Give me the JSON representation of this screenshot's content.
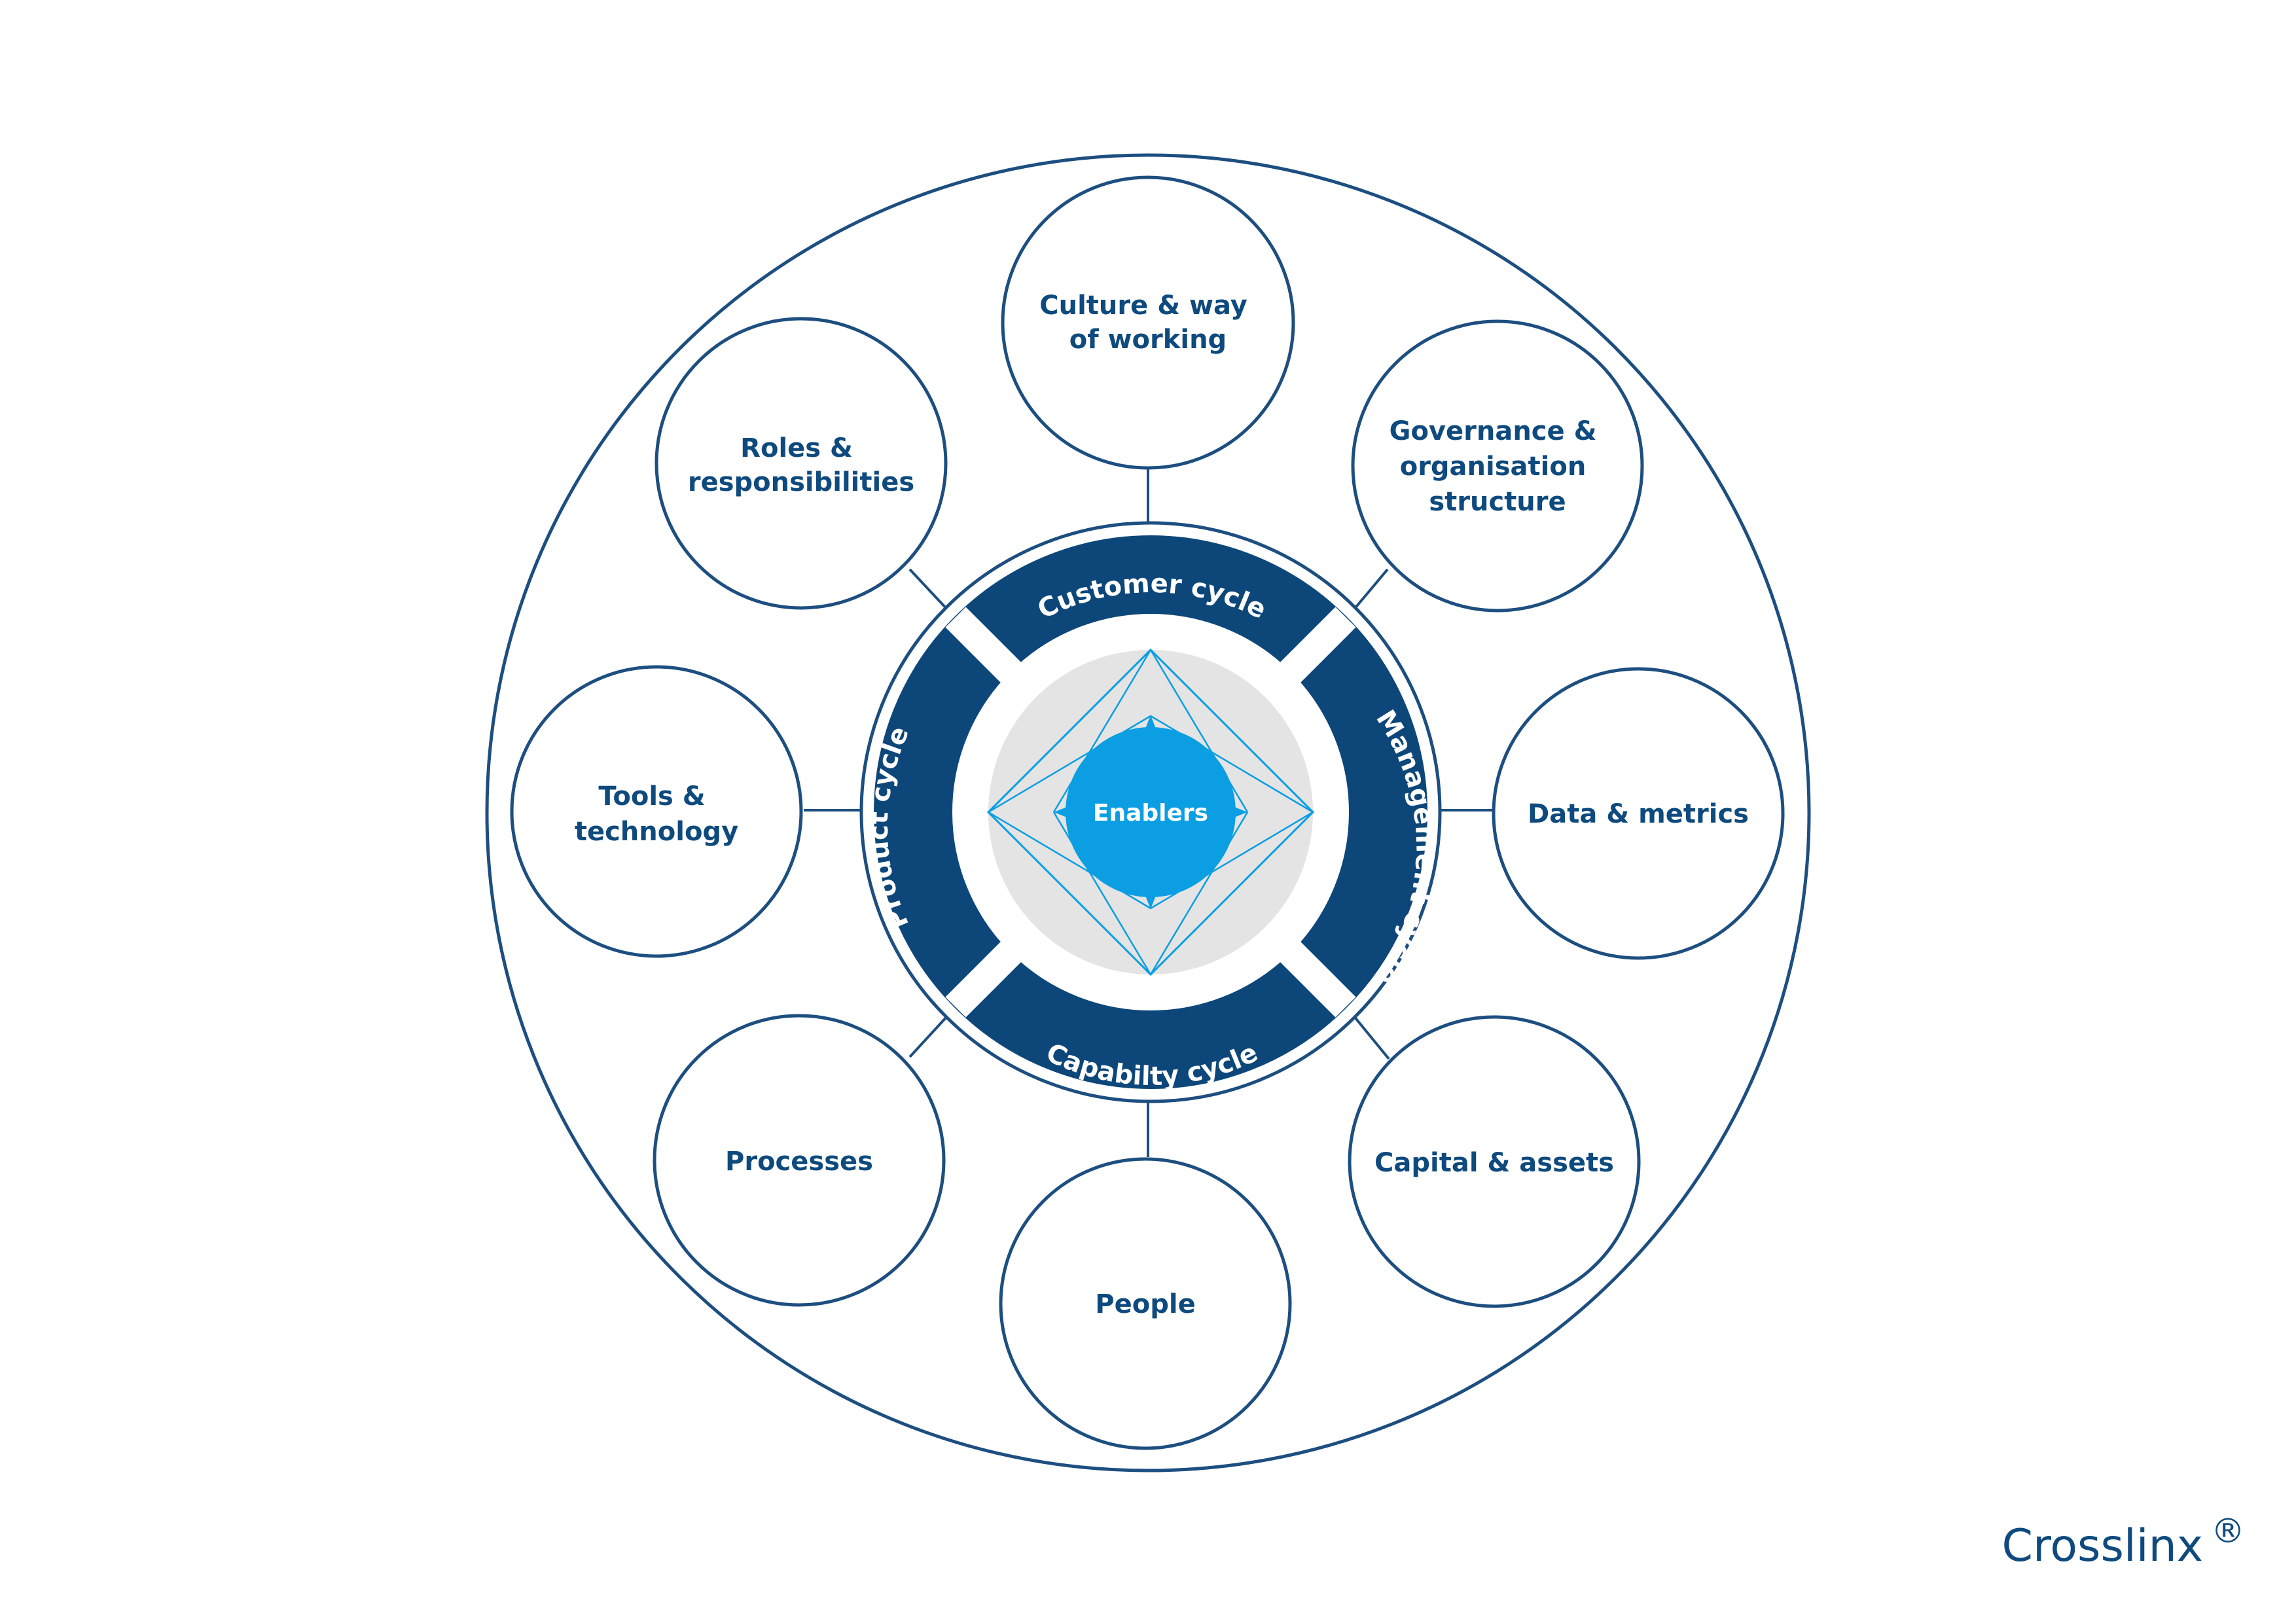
{
  "colors": {
    "navy": "#0d477a",
    "outline": "#1d4e80",
    "light_blue": "#0b9ee3",
    "grey": "#e4e4e4",
    "label": "#0e4a7e"
  },
  "center": {
    "label": "Enablers"
  },
  "cycles": {
    "customer": "Customer cycle",
    "management": "Management cycle",
    "capability": "Capabilty cycle",
    "product": "Product cycle"
  },
  "enablers": {
    "culture": [
      "Culture & way",
      "of working"
    ],
    "governance": [
      "Governance &",
      "organisation",
      "structure"
    ],
    "data": [
      "Data & metrics"
    ],
    "capital": [
      "Capital & assets"
    ],
    "people": [
      "People"
    ],
    "processes": [
      "Processes"
    ],
    "tools": [
      "Tools &",
      "technology"
    ],
    "roles": [
      "Roles &",
      "responsibilities"
    ]
  },
  "brand": {
    "name": "Crosslinx",
    "mark": "®"
  }
}
